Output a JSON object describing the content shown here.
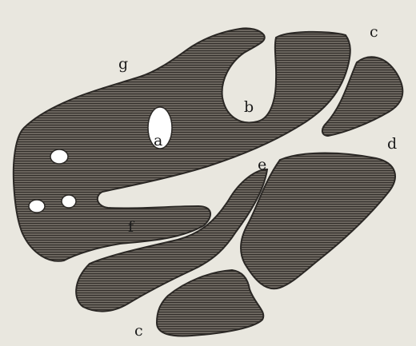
{
  "figure": {
    "description_labels": {
      "g": "g",
      "b": "b",
      "c_top": "c",
      "d": "d",
      "a": "a",
      "e": "e",
      "f": "f",
      "c_bottom": "c"
    },
    "colors": {
      "background": "#e9e7df",
      "region_fill": "#6f6a62",
      "hatch_line": "#2f2b27",
      "gap_white": "#ffffff",
      "label": "#1b1b1b"
    }
  }
}
